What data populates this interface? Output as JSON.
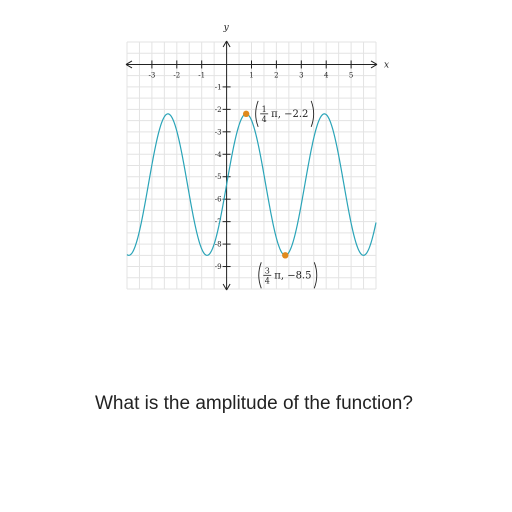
{
  "question": "What is the amplitude of the function?",
  "chart_data": {
    "type": "line",
    "xlabel": "x",
    "ylabel": "y",
    "x_ticks": [
      -3,
      -2,
      -1,
      1,
      2,
      3,
      4,
      5
    ],
    "y_ticks": [
      -1,
      -2,
      -3,
      -4,
      -5,
      -6,
      -7,
      -8,
      -9
    ],
    "x_tick_labels": [
      "-3",
      "-2",
      "-1",
      "1",
      "2",
      "3",
      "4",
      "5"
    ],
    "y_tick_labels": [
      "-1",
      "-2",
      "-3",
      "-4",
      "-5",
      "-6",
      "-7",
      "-8",
      "-9"
    ],
    "xlim": [
      -4,
      6
    ],
    "ylim": [
      -10,
      1
    ],
    "grid": true,
    "function": {
      "kind": "sine",
      "max": -2.2,
      "min": -8.5,
      "peak_x_pi": 0.25,
      "trough_x_pi": 0.75
    },
    "series": [
      {
        "color": "#2aa4b8"
      }
    ],
    "points": [
      {
        "x_pi": 0.25,
        "y": -2.2,
        "color": "#e08a1e",
        "label_num": "1",
        "label_den": "4",
        "label_rest": "π, −2.2"
      },
      {
        "x_pi": 0.75,
        "y": -8.5,
        "color": "#e08a1e",
        "label_num": "3",
        "label_den": "4",
        "label_rest": "π, −8.5"
      }
    ]
  }
}
